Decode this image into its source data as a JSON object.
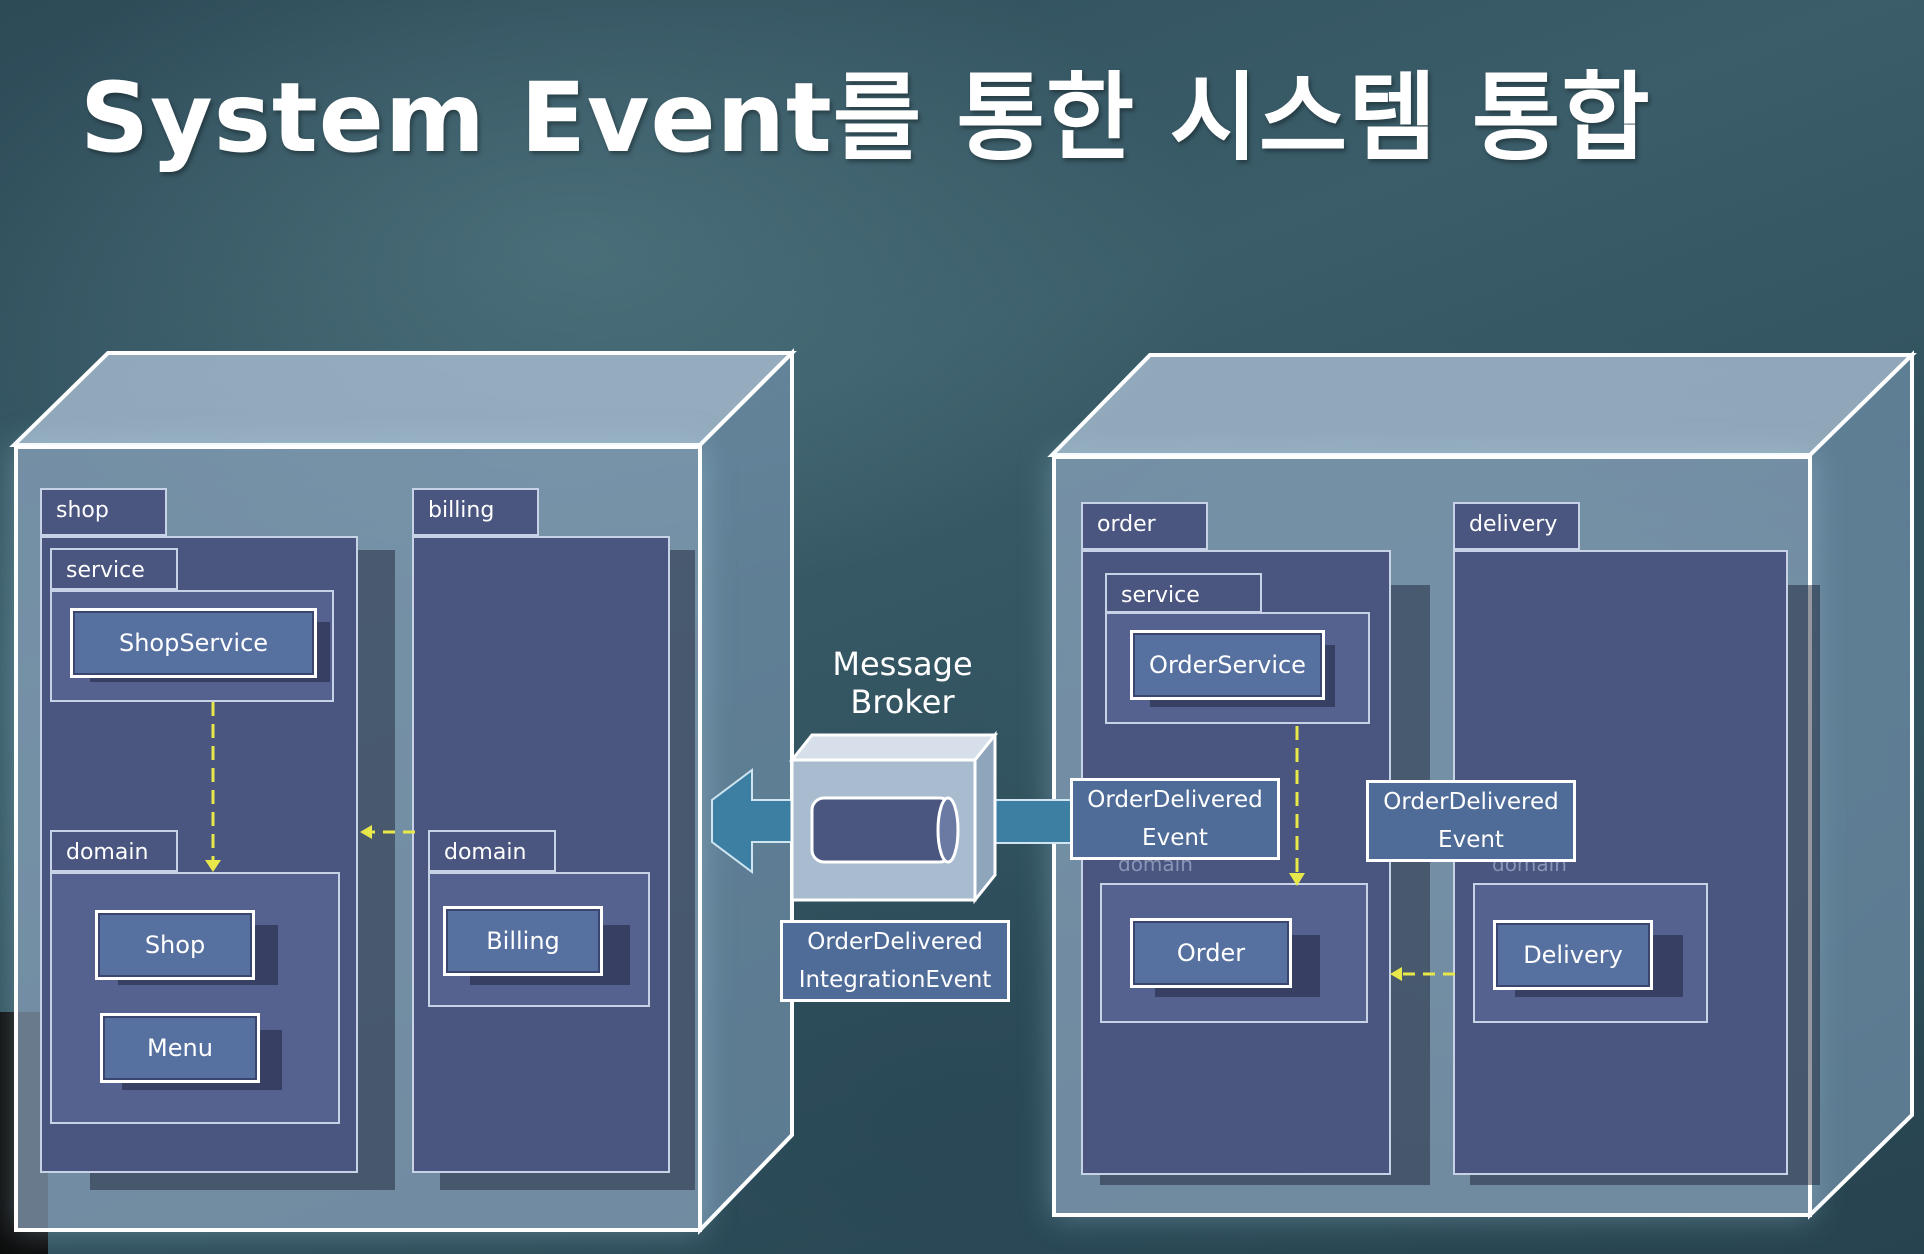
{
  "title": "System Event를 통한 시스템 통합",
  "left_node": {
    "shop": {
      "label": "shop",
      "service": {
        "label": "service",
        "class": "ShopService"
      },
      "domain": {
        "label": "domain",
        "classes": [
          "Shop",
          "Menu"
        ]
      }
    },
    "billing": {
      "label": "billing",
      "domain": {
        "label": "domain",
        "class": "Billing"
      }
    }
  },
  "broker": {
    "label_line1": "Message",
    "label_line2": "Broker",
    "event_line1": "OrderDelivered",
    "event_line2": "IntegrationEvent"
  },
  "right_node": {
    "order": {
      "label": "order",
      "service": {
        "label": "service",
        "class": "OrderService"
      },
      "domain": {
        "label": "domain",
        "class": "Order"
      },
      "event_line1": "OrderDelivered",
      "event_line2": "Event"
    },
    "delivery": {
      "label": "delivery",
      "domain": {
        "label": "domain",
        "class": "Delivery"
      },
      "event_line1": "OrderDelivered",
      "event_line2": "Event"
    }
  },
  "colors": {
    "arrow_dependency": "#e8e84a",
    "arrow_flow": "#3d7fa3",
    "node_border": "#ffffff",
    "package_fill": "#4a5580"
  }
}
